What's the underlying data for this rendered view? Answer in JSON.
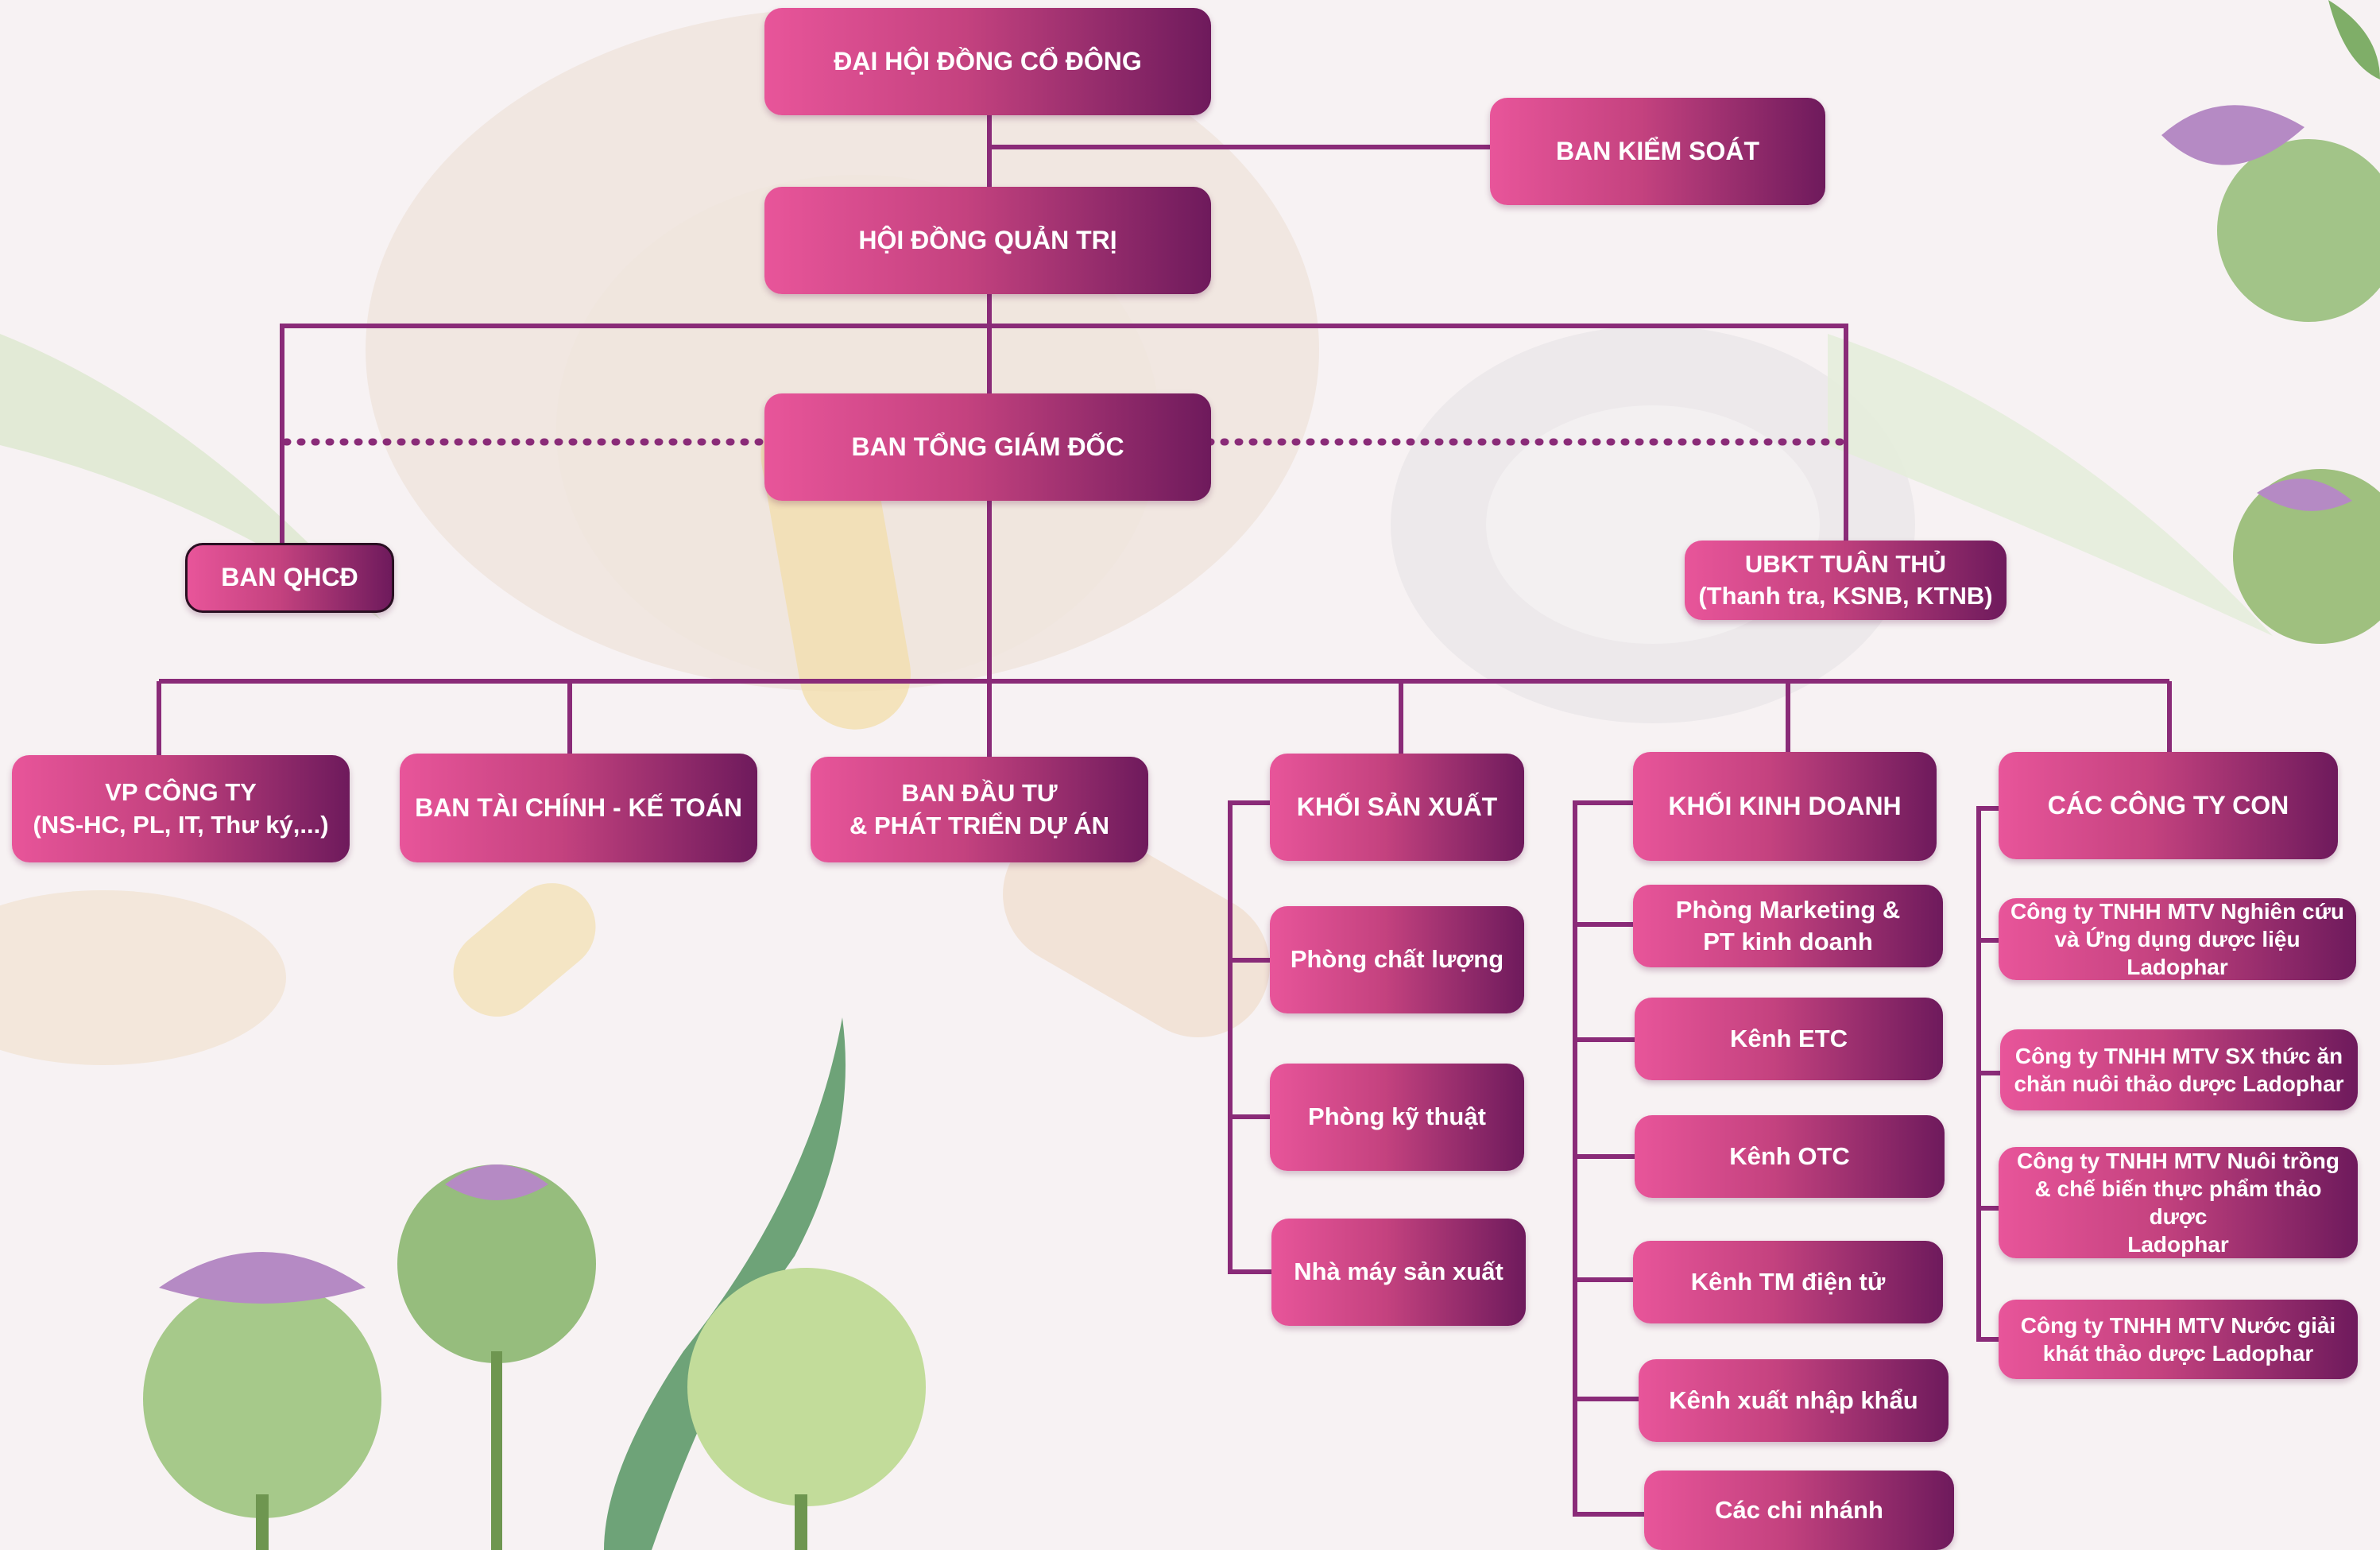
{
  "colors": {
    "box_start": "#e8559a",
    "box_end": "#6e1a5c",
    "connector": "#8a2b78"
  },
  "nodes": {
    "dai_hoi": "ĐẠI HỘI ĐỒNG CỔ ĐÔNG",
    "ban_kiem_soat": "BAN KIỂM SOÁT",
    "hoi_dong_quan_tri": "HỘI ĐỒNG QUẢN TRỊ",
    "ban_tong_giam_doc": "BAN TỔNG GIÁM ĐỐC",
    "ban_qhcd": "BAN QHCĐ",
    "ubkt_line1": "UBKT TUÂN THỦ",
    "ubkt_line2": "(Thanh tra, KSNB, KTNB)",
    "vp_line1": "VP CÔNG TY",
    "vp_line2": "(NS-HC, PL, IT, Thư ký,...)",
    "ban_tai_chinh": "BAN TÀI CHÍNH - KẾ TOÁN",
    "ban_dau_tu_line1": "BAN ĐẦU TƯ",
    "ban_dau_tu_line2": "& PHÁT TRIỂN DỰ ÁN",
    "khoi_san_xuat": "KHỐI SẢN XUẤT",
    "khoi_kinh_doanh": "KHỐI KINH DOANH",
    "cac_cong_ty_con": "CÁC CÔNG TY CON"
  },
  "san_xuat_items": [
    "Phòng chất lượng",
    "Phòng kỹ thuật",
    "Nhà máy sản xuất"
  ],
  "kinh_doanh_items": {
    "marketing_line1": "Phòng Marketing &",
    "marketing_line2": "PT kinh doanh",
    "etc": "Kênh ETC",
    "otc": "Kênh OTC",
    "tmdt": "Kênh TM điện tử",
    "xnk": "Kênh xuất nhập khẩu",
    "chi_nhanh": "Các chi nhánh"
  },
  "cong_ty_con_items": {
    "c1_line1": "Công ty TNHH MTV Nghiên cứu",
    "c1_line2": "và Ứng dụng dược liệu Ladophar",
    "c2_line1": "Công ty TNHH MTV SX thức ăn",
    "c2_line2": "chăn nuôi thảo dược Ladophar",
    "c3_line1": "Công ty TNHH MTV Nuôi trồng",
    "c3_line2": "& chế biến thực phẩm thảo dược",
    "c3_line3": "Ladophar",
    "c4_line1": "Công ty TNHH MTV Nước giải",
    "c4_line2": "khát thảo dược Ladophar"
  }
}
